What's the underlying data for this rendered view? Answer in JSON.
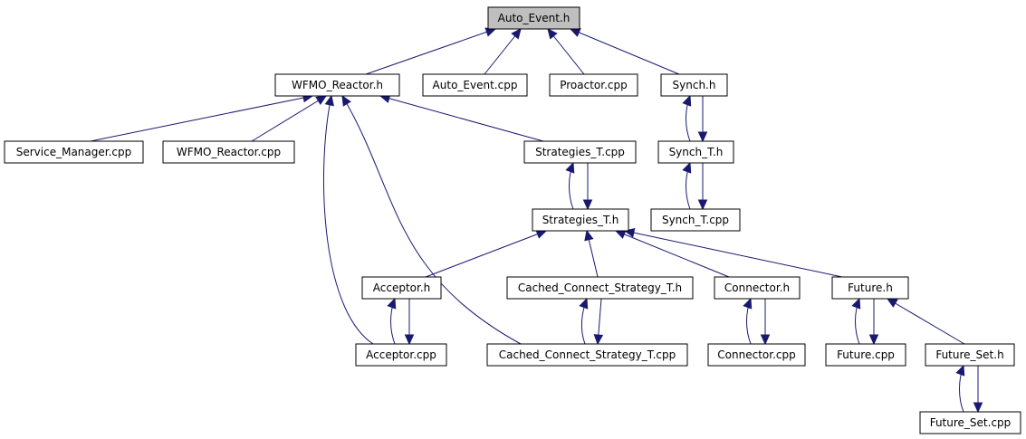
{
  "diagram": {
    "root_color": "#bfbfbf",
    "edge_color": "#191970",
    "nodes": {
      "auto_event_h": "Auto_Event.h",
      "wfmo_reactor_h": "WFMO_Reactor.h",
      "auto_event_cpp": "Auto_Event.cpp",
      "proactor_cpp": "Proactor.cpp",
      "synch_h": "Synch.h",
      "service_manager_cpp": "Service_Manager.cpp",
      "wfmo_reactor_cpp": "WFMO_Reactor.cpp",
      "strategies_t_cpp": "Strategies_T.cpp",
      "synch_t_h": "Synch_T.h",
      "strategies_t_h": "Strategies_T.h",
      "synch_t_cpp": "Synch_T.cpp",
      "acceptor_h": "Acceptor.h",
      "cached_connect_strategy_t_h": "Cached_Connect_Strategy_T.h",
      "connector_h": "Connector.h",
      "future_h": "Future.h",
      "acceptor_cpp": "Acceptor.cpp",
      "cached_connect_strategy_t_cpp": "Cached_Connect_Strategy_T.cpp",
      "connector_cpp": "Connector.cpp",
      "future_cpp": "Future.cpp",
      "future_set_h": "Future_Set.h",
      "future_set_cpp": "Future_Set.cpp"
    },
    "edges": [
      {
        "from": "wfmo_reactor_h",
        "to": "auto_event_h"
      },
      {
        "from": "auto_event_cpp",
        "to": "auto_event_h"
      },
      {
        "from": "proactor_cpp",
        "to": "auto_event_h"
      },
      {
        "from": "synch_h",
        "to": "auto_event_h"
      },
      {
        "from": "service_manager_cpp",
        "to": "wfmo_reactor_h"
      },
      {
        "from": "wfmo_reactor_cpp",
        "to": "wfmo_reactor_h"
      },
      {
        "from": "strategies_t_cpp",
        "to": "wfmo_reactor_h"
      },
      {
        "from": "acceptor_cpp",
        "to": "wfmo_reactor_h"
      },
      {
        "from": "cached_connect_strategy_t_cpp",
        "to": "wfmo_reactor_h"
      },
      {
        "from": "synch_t_h",
        "to": "synch_h"
      },
      {
        "from": "synch_h",
        "to": "synch_t_h"
      },
      {
        "from": "synch_t_cpp",
        "to": "synch_t_h"
      },
      {
        "from": "synch_t_h",
        "to": "synch_t_cpp"
      },
      {
        "from": "strategies_t_h",
        "to": "strategies_t_cpp"
      },
      {
        "from": "strategies_t_cpp",
        "to": "strategies_t_h"
      },
      {
        "from": "acceptor_h",
        "to": "strategies_t_h"
      },
      {
        "from": "cached_connect_strategy_t_h",
        "to": "strategies_t_h"
      },
      {
        "from": "connector_h",
        "to": "strategies_t_h"
      },
      {
        "from": "future_h",
        "to": "strategies_t_h"
      },
      {
        "from": "acceptor_cpp",
        "to": "acceptor_h"
      },
      {
        "from": "acceptor_h",
        "to": "acceptor_cpp"
      },
      {
        "from": "cached_connect_strategy_t_cpp",
        "to": "cached_connect_strategy_t_h"
      },
      {
        "from": "cached_connect_strategy_t_h",
        "to": "cached_connect_strategy_t_cpp"
      },
      {
        "from": "connector_cpp",
        "to": "connector_h"
      },
      {
        "from": "connector_h",
        "to": "connector_cpp"
      },
      {
        "from": "future_cpp",
        "to": "future_h"
      },
      {
        "from": "future_h",
        "to": "future_cpp"
      },
      {
        "from": "future_set_h",
        "to": "future_h"
      },
      {
        "from": "future_set_cpp",
        "to": "future_set_h"
      },
      {
        "from": "future_set_h",
        "to": "future_set_cpp"
      }
    ]
  }
}
